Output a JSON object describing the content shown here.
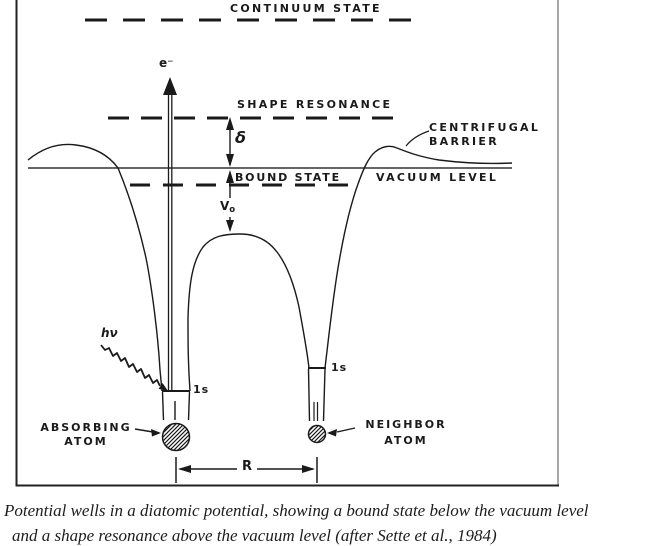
{
  "figure": {
    "labels": {
      "continuum_state": "CONTINUUM STATE",
      "shape_resonance": "SHAPE RESONANCE",
      "centrifugal_line1": "CENTRIFUGAL",
      "centrifugal_line2": "BARRIER",
      "vacuum_level": "VACUUM LEVEL",
      "bound_state": "BOUND STATE",
      "electron": "e⁻",
      "delta": "δ",
      "v0_main": "V",
      "v0_sub": "o",
      "photon": "hν",
      "core_level_left": "1s",
      "core_level_right": "1s",
      "absorbing_line1": "ABSORBING",
      "absorbing_line2": "ATOM",
      "neighbor_line1": "NEIGHBOR",
      "neighbor_line2": "ATOM",
      "distance": "R"
    }
  },
  "caption": {
    "line1": "Potential wells in a diatomic potential, showing a bound state below the vacuum level",
    "line2": "and a shape resonance above the vacuum level (after Sette et al., 1984)"
  },
  "colors": {
    "ink": "#1a1a1a",
    "border_side": "#8a8a8a",
    "background": "#ffffff"
  }
}
